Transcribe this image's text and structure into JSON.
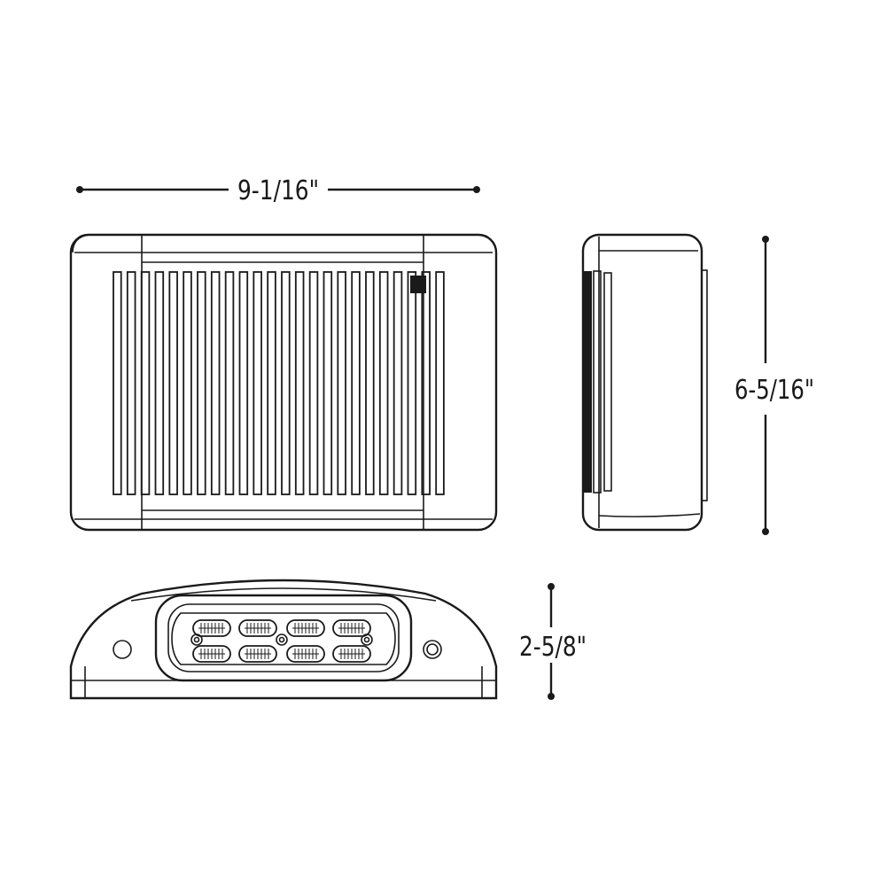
{
  "dimensions": {
    "width": "9-1/16\"",
    "height": "6-5/16\"",
    "depth": "2-5/8\""
  },
  "colors": {
    "line": "#1a1a1a",
    "background": "#ffffff"
  },
  "views": {
    "front_slot_count": 24,
    "bottom_lamp_count": 8
  }
}
